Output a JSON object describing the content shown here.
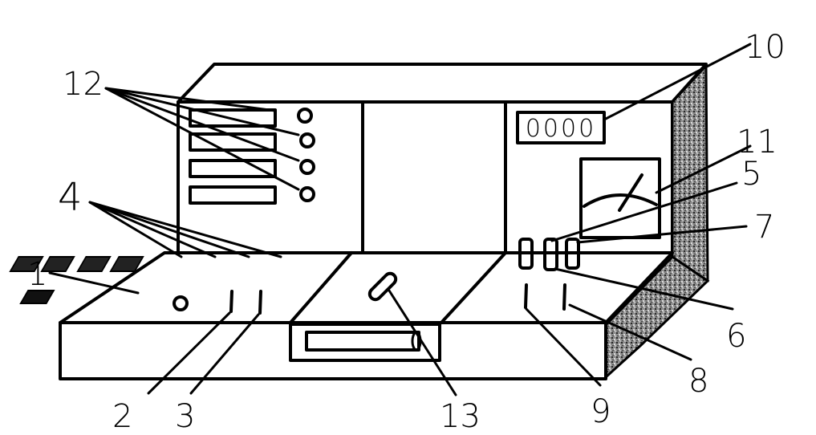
{
  "diagram": {
    "display_digits": "0000",
    "labels": {
      "l1": "1",
      "l2": "2",
      "l3": "3",
      "l4": "4",
      "l5": "5",
      "l6": "6",
      "l7": "7",
      "l8": "8",
      "l9": "9",
      "l10": "10",
      "l11": "11",
      "l12": "12",
      "l13": "13"
    }
  }
}
